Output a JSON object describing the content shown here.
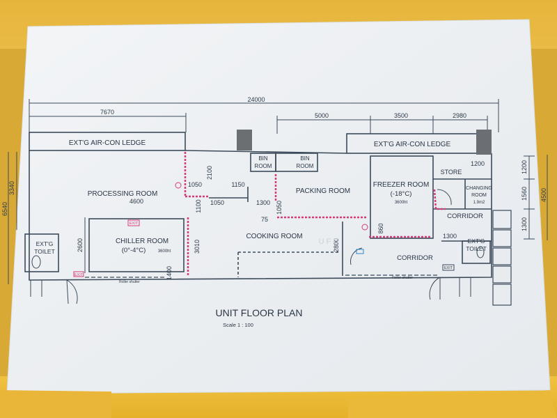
{
  "plan": {
    "title": "UNIT FLOOR PLAN",
    "scale": "Scale 1 : 100",
    "watermark": "U F C",
    "colors": {
      "paper": "#f2f4f6",
      "line": "#3b4a5a",
      "fire": "#d63a78",
      "exit": "#d63a78",
      "shaft": "#6b6f73",
      "tape": "#e9b83d"
    },
    "dimensions": {
      "overall": "24000",
      "top_left": "7670",
      "top_mid": "5000",
      "top_right_a": "3500",
      "top_right_b": "2980",
      "left_total": "6540",
      "left_upper": "3340",
      "left_lower": "2600",
      "right_total": "4500",
      "right_a": "1200",
      "right_b": "1560",
      "right_c": "1300",
      "processing_width": "4600",
      "d2100": "2100",
      "d1050a": "1050",
      "d1150": "1150",
      "d1100": "1100",
      "d1050b": "1050",
      "d1300": "1300",
      "d1050c": "1050",
      "d3010": "3010",
      "d1400": "1400",
      "d2800": "2800",
      "d860": "860",
      "d1200s": "1200",
      "d1300c": "1300",
      "d75": "75"
    },
    "rooms": {
      "aircon_left": "EXT'G AIR-CON LEDGE",
      "aircon_right": "EXT'G AIR-CON LEDGE",
      "processing": "PROCESSING ROOM",
      "chiller": "CHILLER ROOM",
      "chiller_temp": "(0°-4°C)",
      "chiller_ht": "3600ht",
      "bin1": "BIN",
      "bin1b": "ROOM",
      "bin2": "BIN",
      "bin2b": "ROOM",
      "packing": "PACKING ROOM",
      "cooking": "COOKING ROOM",
      "freezer": "FREEZER ROOM",
      "freezer_temp": "(-18°C)",
      "freezer_ht": "3600ht",
      "store": "STORE",
      "changing": "CHANGING",
      "changing_b": "ROOM",
      "changing_area": "1.9m2",
      "corridor_upper": "CORRIDOR",
      "corridor_lower": "CORRIDOR",
      "toilet_left": "EXT'G",
      "toilet_left_b": "TOILET",
      "toilet_right": "EXT'G",
      "toilet_right_b": "TOILET"
    },
    "labels": {
      "exit_1": "EXIT",
      "exit_2": "EXIT",
      "exit_3": "EXIT",
      "roller_1": "Roller shutter",
      "roller_2": "Roller shutter"
    }
  }
}
